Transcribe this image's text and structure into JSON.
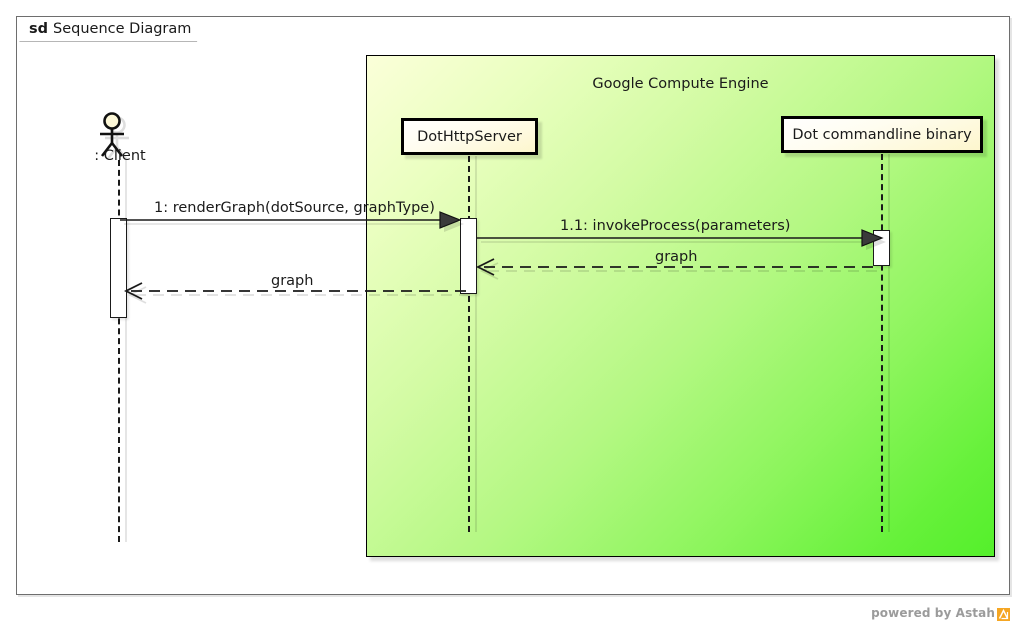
{
  "diagram": {
    "frame_keyword": "sd",
    "frame_title": "Sequence Diagram",
    "region_title": "Google Compute Engine"
  },
  "lifelines": [
    {
      "id": "client",
      "label": ": Client",
      "type": "actor",
      "icon": "actor-stick-figure-icon"
    },
    {
      "id": "dothttpserver",
      "label": "DotHttpServer",
      "type": "object"
    },
    {
      "id": "dotbinary",
      "label": "Dot commandline binary",
      "type": "object"
    }
  ],
  "messages": [
    {
      "id": "m1",
      "label": "1: renderGraph(dotSource, graphType)",
      "from": "client",
      "to": "dothttpserver",
      "kind": "synchronous",
      "line": "solid",
      "arrowhead": "filled-triangle"
    },
    {
      "id": "m2",
      "label": "1.1: invokeProcess(parameters)",
      "from": "dothttpserver",
      "to": "dotbinary",
      "kind": "synchronous",
      "line": "solid",
      "arrowhead": "filled-triangle"
    },
    {
      "id": "m3",
      "label": "graph",
      "from": "dotbinary",
      "to": "dothttpserver",
      "kind": "return",
      "line": "dashed",
      "arrowhead": "open-v"
    },
    {
      "id": "m4",
      "label": "graph",
      "from": "dothttpserver",
      "to": "client",
      "kind": "return",
      "line": "dashed",
      "arrowhead": "open-v"
    }
  ],
  "watermark": {
    "text": "powered by Astah",
    "logo": "astah-logo-icon"
  },
  "colors": {
    "region_fill_start": "#fbffd9",
    "region_fill_end": "#54ef2b",
    "object_fill": "#fdf6cd",
    "line": "#1a1a1a",
    "frame_border": "#6e6e6e",
    "watermark_text": "#9b9b9b",
    "watermark_logo": "#f5a623"
  }
}
